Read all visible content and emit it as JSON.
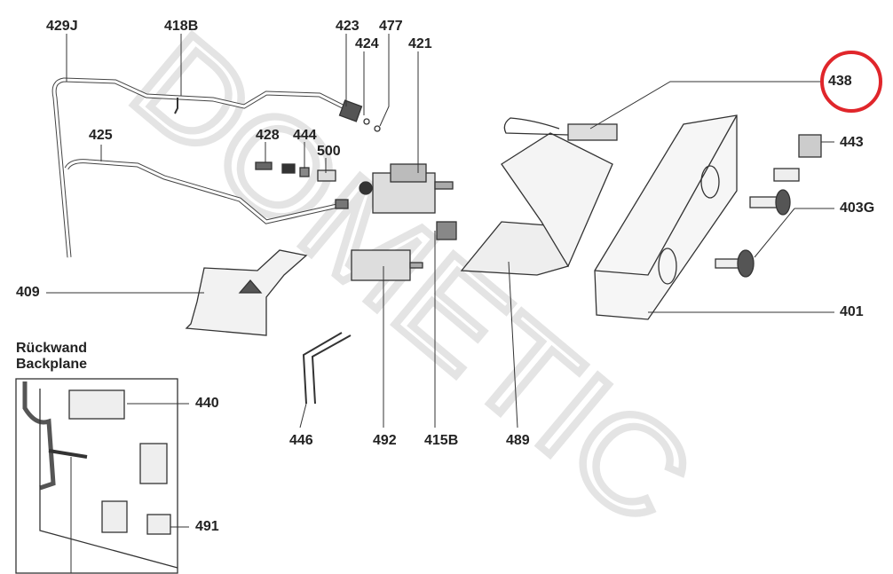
{
  "watermark": "DOMETIC",
  "highlight_color": "#e0262b",
  "highlighted_part": "438",
  "backplane": {
    "title_de": "Rückwand",
    "title_en": "Backplane"
  },
  "labels": {
    "p429J": "429J",
    "p418B": "418B",
    "p423": "423",
    "p424": "424",
    "p477": "477",
    "p421": "421",
    "p425": "425",
    "p428": "428",
    "p444": "444",
    "p500": "500",
    "p438": "438",
    "p443": "443",
    "p403G": "403G",
    "p409": "409",
    "p401": "401",
    "p440": "440",
    "p491": "491",
    "p446": "446",
    "p492": "492",
    "p415B": "415B",
    "p489": "489"
  }
}
